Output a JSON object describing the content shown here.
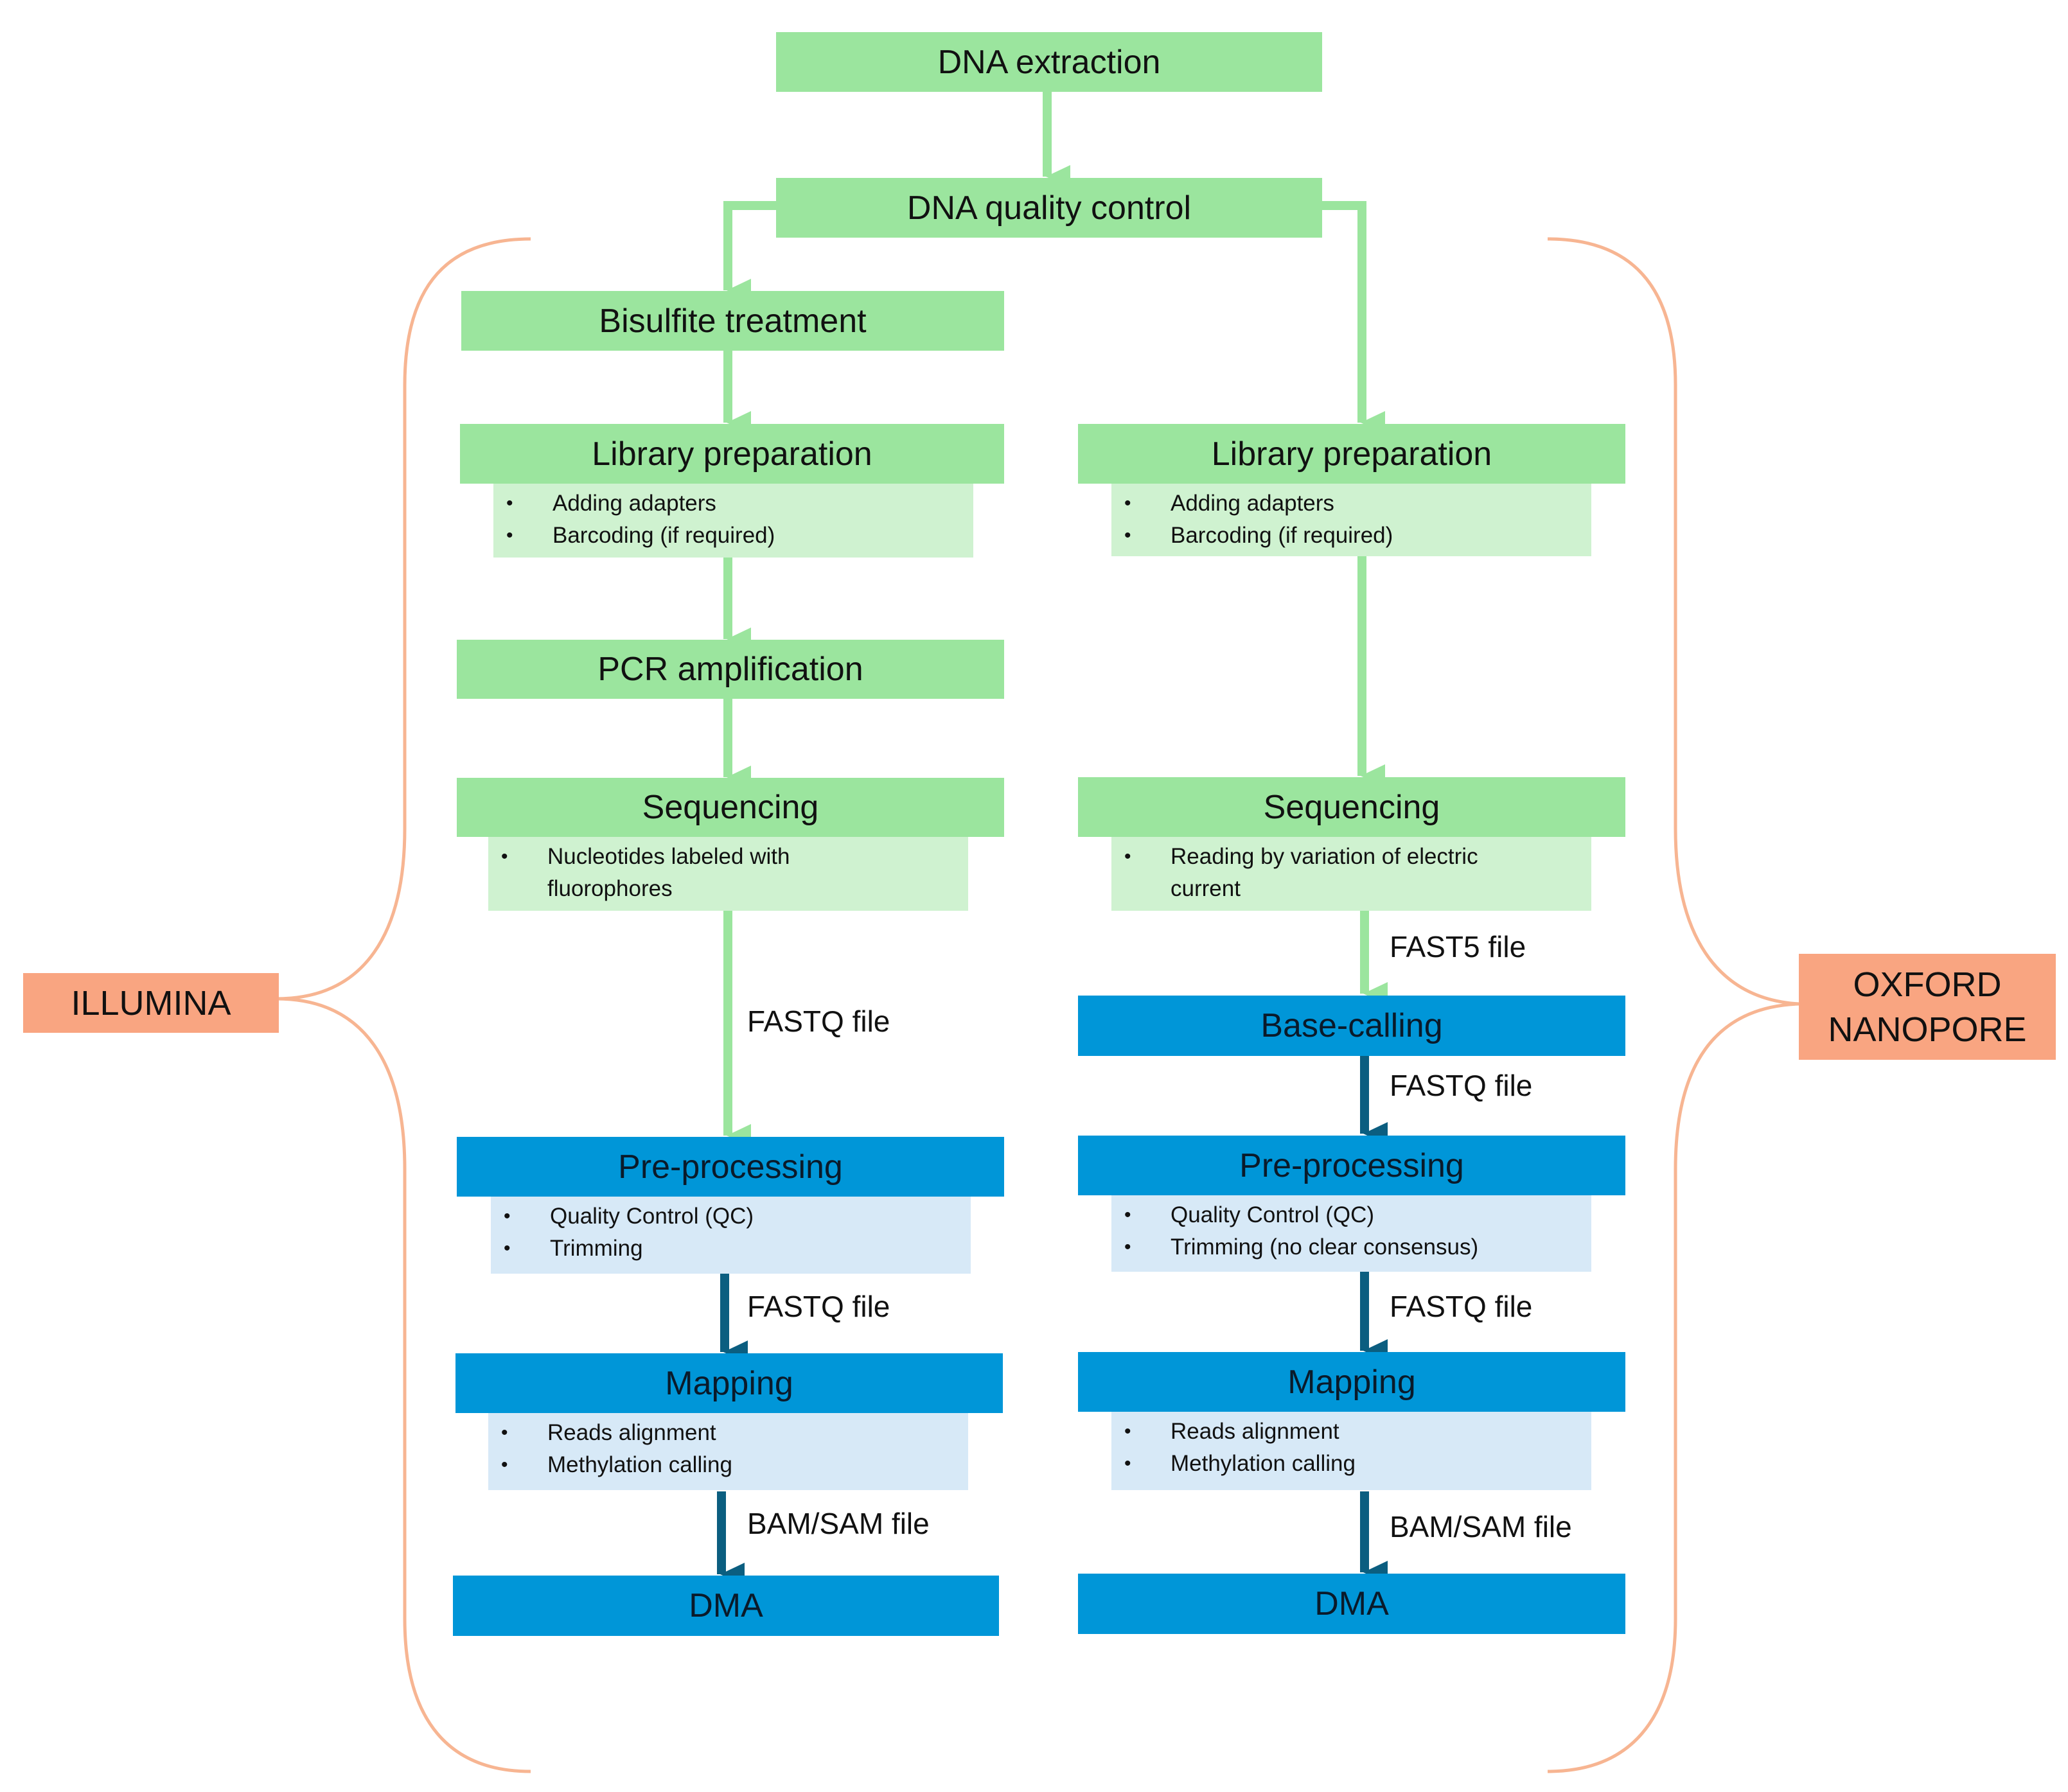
{
  "top": {
    "extraction": "DNA extraction",
    "quality": "DNA quality control"
  },
  "platforms": {
    "illumina": "ILLUMINA",
    "nanopore_line1": "OXFORD",
    "nanopore_line2": "NANOPORE"
  },
  "illumina": {
    "bisulfite": "Bisulfite treatment",
    "library": "Library preparation",
    "library_items": [
      "Adding adapters",
      "Barcoding (if required)"
    ],
    "pcr": "PCR amplification",
    "sequencing": "Sequencing",
    "sequencing_items": [
      "Nucleotides labeled with",
      "fluorophores"
    ],
    "file_after_sequencing": "FASTQ file",
    "preprocessing": "Pre-processing",
    "preprocessing_items": [
      "Quality Control (QC)",
      "Trimming"
    ],
    "file_after_preprocessing": "FASTQ file",
    "mapping": "Mapping",
    "mapping_items": [
      "Reads alignment",
      "Methylation calling"
    ],
    "file_after_mapping": "BAM/SAM file",
    "dma": "DMA"
  },
  "nanopore": {
    "library": "Library preparation",
    "library_items": [
      "Adding adapters",
      "Barcoding (if required)"
    ],
    "sequencing": "Sequencing",
    "sequencing_items": [
      "Reading by variation of electric",
      "current"
    ],
    "file_after_sequencing": "FAST5 file",
    "basecalling": "Base-calling",
    "file_after_basecalling": "FASTQ file",
    "preprocessing": "Pre-processing",
    "preprocessing_items": [
      "Quality Control (QC)",
      "Trimming (no clear consensus)"
    ],
    "file_after_preprocessing": "FASTQ file",
    "mapping": "Mapping",
    "mapping_items": [
      "Reads alignment",
      "Methylation calling"
    ],
    "file_after_mapping": "BAM/SAM file",
    "dma": "DMA"
  },
  "colors": {
    "green_box": "#9be59e",
    "light_green": "#cff2d0",
    "blue_box": "#0096d8",
    "light_blue": "#d7e9f7",
    "green_arrow": "#9be59e",
    "blue_arrow": "#0b5e80",
    "orange": "#f9a581",
    "bracket": "#f7b592"
  }
}
